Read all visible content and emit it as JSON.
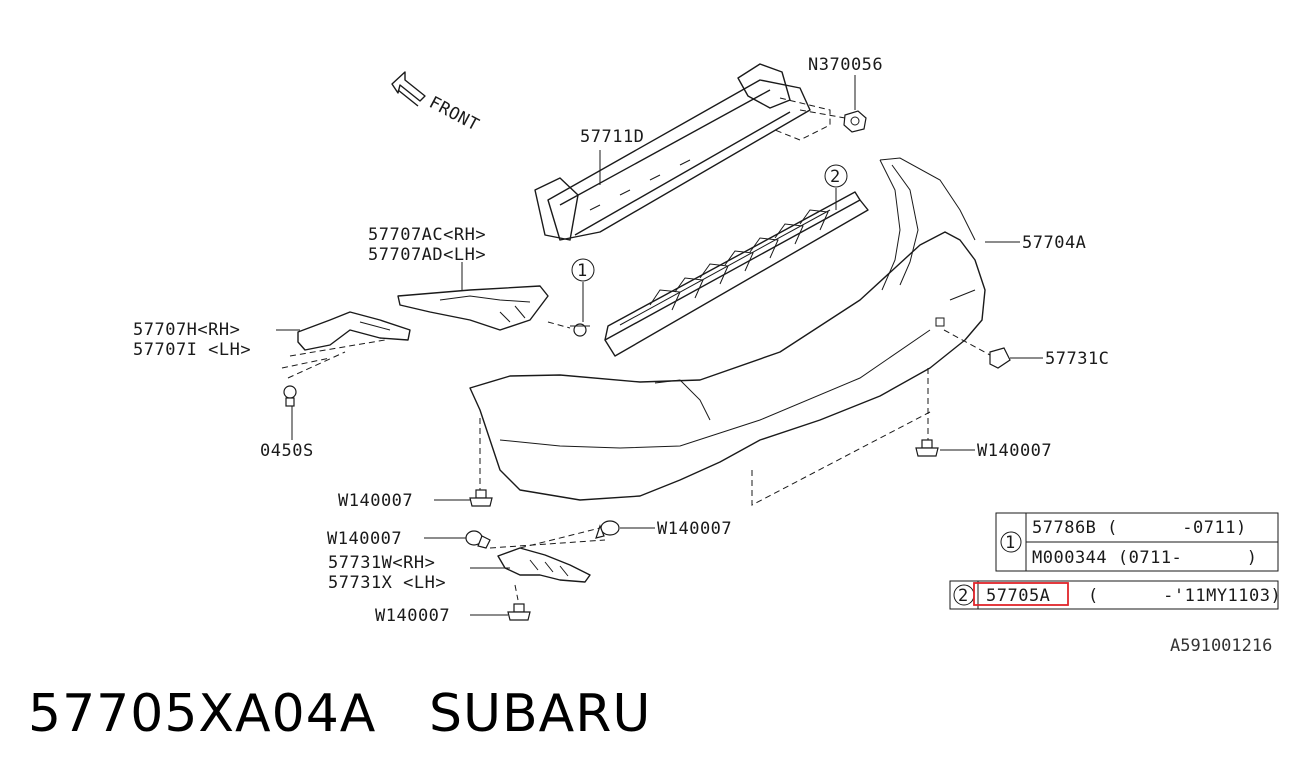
{
  "orientation": "FRONT",
  "callouts": {
    "n370056": "N370056",
    "p57711d": "57711D",
    "circle2": "2",
    "p57707ac": "57707AC<RH>",
    "p57707ad": "57707AD<LH>",
    "circle1": "1",
    "p57704a": "57704A",
    "p57707h": "57707H<RH>",
    "p57707i": "57707I <LH>",
    "p57731c": "57731C",
    "p0450s": "0450S",
    "w140007_right": "W140007",
    "w140007_a": "W140007",
    "w140007_b": "W140007",
    "w140007_c": "W140007",
    "p57731w": "57731W<RH>",
    "p57731x": "57731X <LH>",
    "w140007_d": "W140007"
  },
  "ref_table": {
    "row1_num": "1",
    "row1_a": "57786B (      -0711)",
    "row1_b": "M000344 (0711-      )",
    "row2_num": "2",
    "row2_part": "57705A",
    "row2_range": "(      -'11MY1103)"
  },
  "ref_code": "A591001216",
  "caption": "57705XA04A   SUBARU",
  "highlight_color": "#e0242a"
}
